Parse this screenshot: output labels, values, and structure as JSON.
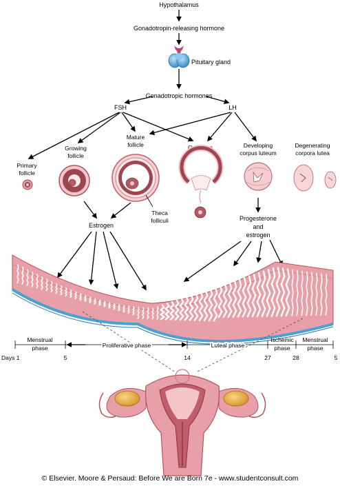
{
  "labels": {
    "hypothalamus": "Hypothalamus",
    "gnrh": "Gonadotropin-releasing hormone",
    "pituitary": "Pituitary gland",
    "gonadotropic": "Gonadotropic hormones",
    "fsh": "FSH",
    "lh": "LH",
    "primary_follicle": [
      "Primary",
      "follicle"
    ],
    "growing_follicle": [
      "Growing",
      "follicle"
    ],
    "mature_follicle": [
      "Mature",
      "follicle"
    ],
    "ovulation": "Ovulation",
    "developing_cl": [
      "Developing",
      "corpus luteum"
    ],
    "degenerating_cl": [
      "Degenerating",
      "corpora lutea"
    ],
    "theca": [
      "Theca",
      "folliculi"
    ],
    "estrogen": "Estrogen",
    "prog_estrogen": [
      "Progesterone",
      "and",
      "estrogen"
    ]
  },
  "timeline": {
    "days_label": "Days 1",
    "days": [
      "5",
      "14",
      "27",
      "28",
      "5"
    ],
    "phases": [
      [
        "Menstrual",
        "phase"
      ],
      [
        "Proliferative phase"
      ],
      [
        "Luteal phase"
      ],
      [
        "Ischemic",
        "phase"
      ],
      [
        "Menstrual",
        "phase"
      ]
    ]
  },
  "copyright": "© Elsevier. Moore & Persaud: Before We are Born 7e - www.studentconsult.com",
  "colors": {
    "tissue": "#e8a0a8",
    "tissue_dark": "#b8505c",
    "follicle_cells": "#9c4650",
    "pituitary": "#4aa0d6",
    "ovary": "#e3a63a",
    "basal_blue": "#4a9fd4"
  }
}
